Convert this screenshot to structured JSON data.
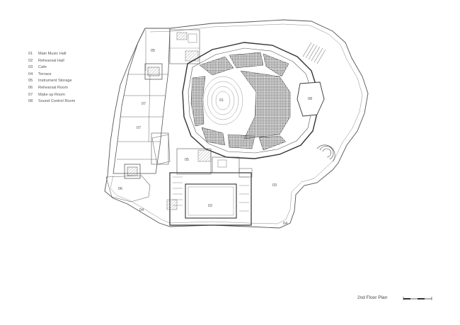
{
  "legend": [
    {
      "num": "01",
      "label": "Main Music Hall"
    },
    {
      "num": "02",
      "label": "Rehearsal Hall"
    },
    {
      "num": "03",
      "label": "Cafe"
    },
    {
      "num": "04",
      "label": "Terrace"
    },
    {
      "num": "05",
      "label": "Instrument Storage"
    },
    {
      "num": "06",
      "label": "Rehearsal Room"
    },
    {
      "num": "07",
      "label": "Make up Room"
    },
    {
      "num": "08",
      "label": "Sound Control Room"
    }
  ],
  "plan_labels": {
    "hall": "01",
    "rehearsal_hall": "02",
    "cafe": "03",
    "terrace_left": "04",
    "terrace_right": "04",
    "storage_top": "05",
    "storage_mid": "05",
    "rehearsal_room": "06",
    "makeup_a": "07",
    "makeup_b": "07",
    "sound_control": "08"
  },
  "title": "2nd Floor Plan"
}
